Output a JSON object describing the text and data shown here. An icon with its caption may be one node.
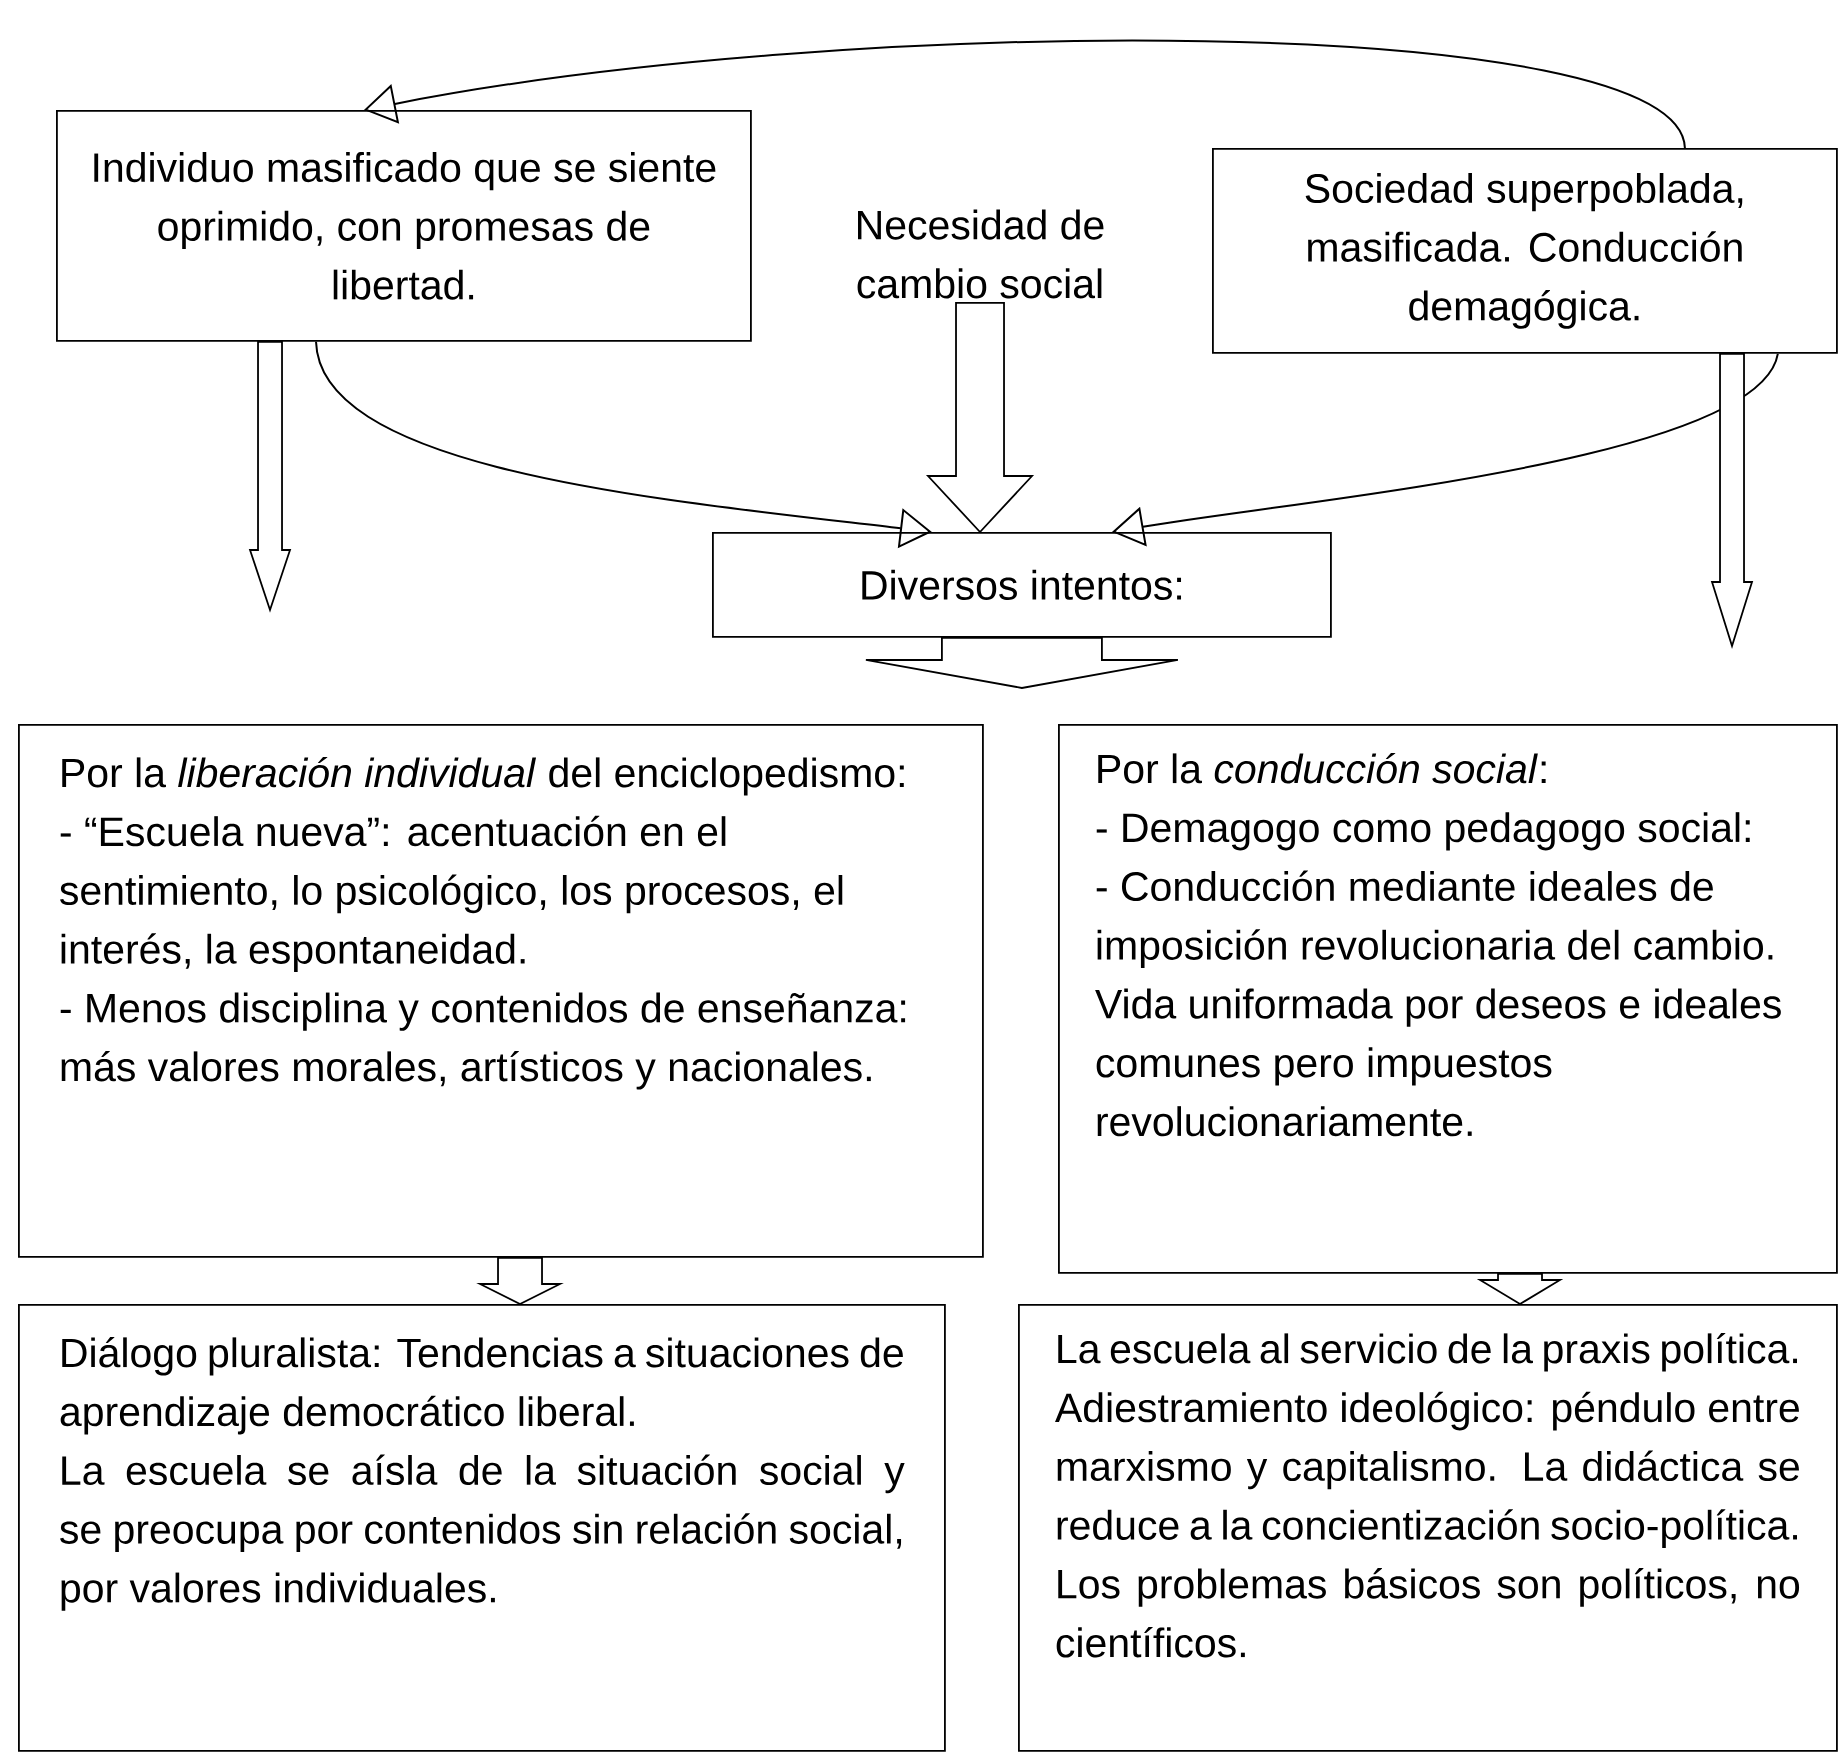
{
  "diagram": {
    "nodes": [
      {
        "text": [
          "Individuo masificado que se siente oprimido, con promesas de libertad."
        ]
      },
      {
        "text": [
          "Necesidad de cambio social"
        ]
      },
      {
        "text": [
          "Sociedad superpoblada, masificada. Conducción demagógica."
        ]
      },
      {
        "text": [
          "Diversos intentos:"
        ]
      },
      {
        "text": [
          "Por la *liberación individual* del enciclopedismo:",
          "- “Escuela nueva”: acentuación en el sentimiento, lo psicológico, los procesos, el interés, la espontaneidad.",
          "- Menos disciplina y contenidos de enseñanza: más valores morales, artísticos y nacionales."
        ]
      },
      {
        "text": [
          "Por la *conducción social*:",
          "- Demagogo como pedagogo social:",
          "- Conducción mediante ideales de imposición revolucionaria del cambio. Vida uniformada por deseos e ideales comunes pero impuestos revolucionariamente."
        ]
      },
      {
        "text": [
          "Diálogo pluralista: Tendencias a situaciones de aprendizaje democrático liberal.",
          "La escuela se aísla de la situación social y se preocupa por contenidos sin relación social, por valores individuales."
        ]
      },
      {
        "text": [
          "La escuela al servicio de la praxis política. Adiestramiento ideológico: péndulo entre marxismo y capitalismo. La didáctica se reduce a la concientización socio-política. Los problemas básicos son políticos, no científicos."
        ]
      }
    ],
    "edges": [
      {
        "from": 2,
        "to": 0,
        "arrow": "to"
      },
      {
        "from": 0,
        "to": 3,
        "arrow": "to"
      },
      {
        "from": 2,
        "to": 3,
        "arrow": "to"
      },
      {
        "from": 1,
        "to": 3,
        "arrow": "to"
      },
      {
        "from": 0,
        "to": null,
        "arrow": "to"
      },
      {
        "from": 2,
        "to": null,
        "arrow": "to"
      },
      {
        "from": 3,
        "to": null,
        "arrow": "to"
      },
      {
        "from": 4,
        "to": 6,
        "arrow": "to"
      },
      {
        "from": 5,
        "to": 7,
        "arrow": "to"
      }
    ]
  }
}
